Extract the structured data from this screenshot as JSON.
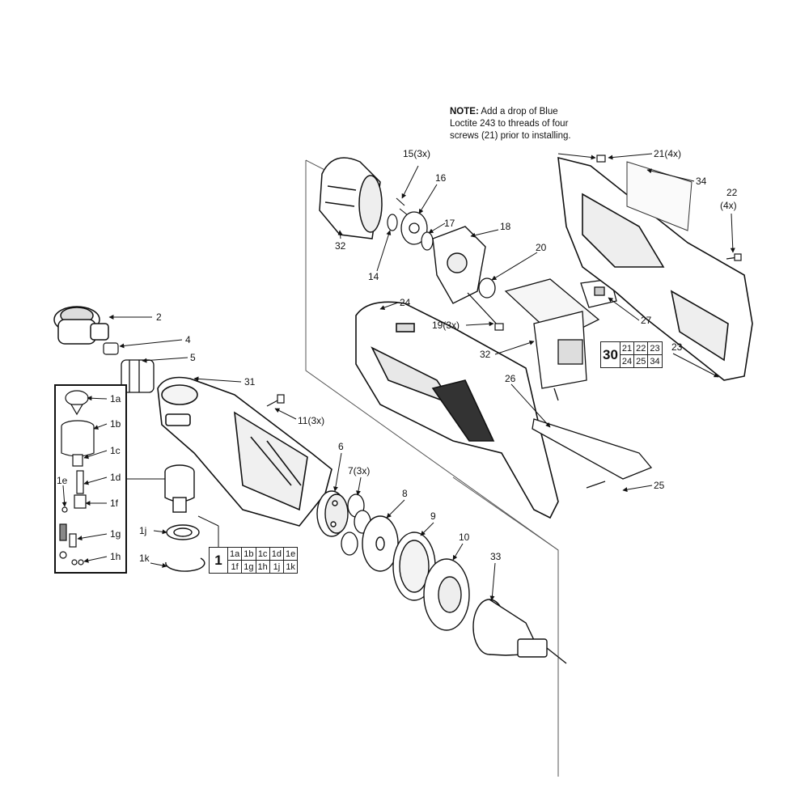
{
  "note": {
    "prefix": "NOTE:",
    "text": "Add a drop of Blue Loctite 243 to threads of four screws (21) prior to installing."
  },
  "callouts": {
    "c2": "2",
    "c4": "4",
    "c5": "5",
    "c31": "31",
    "c11": "11(3x)",
    "c1a": "1a",
    "c1b": "1b",
    "c1c": "1c",
    "c1d": "1d",
    "c1e": "1e",
    "c1f": "1f",
    "c1g": "1g",
    "c1h": "1h",
    "c1j": "1j",
    "c1k": "1k",
    "c6": "6",
    "c7": "7(3x)",
    "c8": "8",
    "c9": "9",
    "c10": "10",
    "c33": "33",
    "c32a": "32",
    "c32b": "32",
    "c14": "14",
    "c15": "15(3x)",
    "c16": "16",
    "c17": "17",
    "c18": "18",
    "c20": "20",
    "c19": "19(3x)",
    "c24": "24",
    "c26": "26",
    "c25": "25",
    "c27": "27",
    "c23": "23",
    "c34": "34",
    "c21": "21(4x)",
    "c22a": "22",
    "c22b": "(4x)"
  },
  "kit1": {
    "number": "1",
    "row1": [
      "1a",
      "1b",
      "1c",
      "1d",
      "1e"
    ],
    "row2": [
      "1f",
      "1g",
      "1h",
      "1j",
      "1k"
    ]
  },
  "kit30": {
    "number": "30",
    "row1": [
      "21",
      "22",
      "23"
    ],
    "row2": [
      "24",
      "25",
      "34"
    ]
  }
}
